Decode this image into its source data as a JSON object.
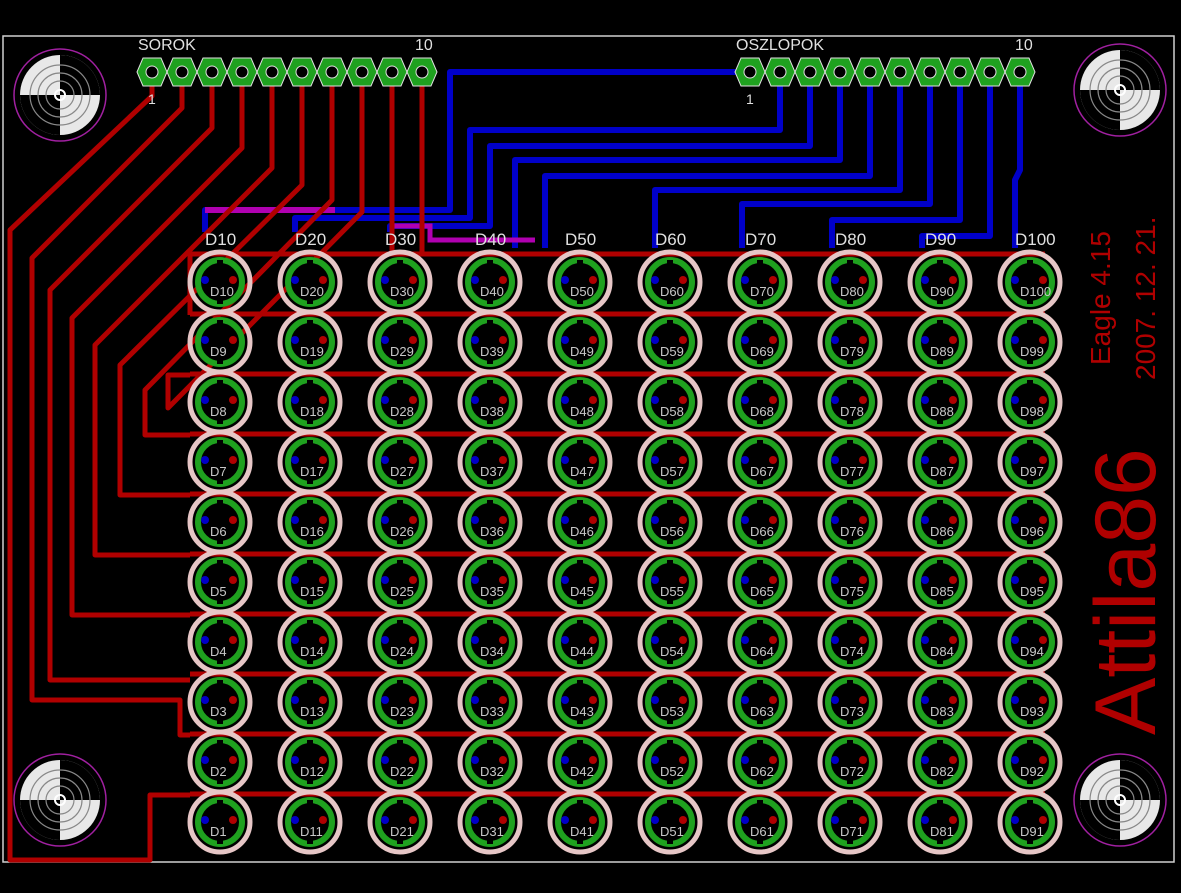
{
  "connectors": {
    "rows": {
      "label": "SOROK",
      "pin_first": "1",
      "pin_last": "10"
    },
    "cols": {
      "label": "OSZLOPOK",
      "pin_first": "1",
      "pin_last": "10"
    }
  },
  "column_labels": [
    "D10",
    "D20",
    "D30",
    "D40",
    "D50",
    "D60",
    "D70",
    "D80",
    "D90",
    "D100"
  ],
  "led_labels": [
    [
      "D10",
      "D20",
      "D30",
      "D40",
      "D50",
      "D60",
      "D70",
      "D80",
      "D90",
      "D100"
    ],
    [
      "D9",
      "D19",
      "D29",
      "D39",
      "D49",
      "D59",
      "D69",
      "D79",
      "D89",
      "D99"
    ],
    [
      "D8",
      "D18",
      "D28",
      "D38",
      "D48",
      "D58",
      "D68",
      "D78",
      "D88",
      "D98"
    ],
    [
      "D7",
      "D17",
      "D27",
      "D37",
      "D47",
      "D57",
      "D67",
      "D77",
      "D87",
      "D97"
    ],
    [
      "D6",
      "D16",
      "D26",
      "D36",
      "D46",
      "D56",
      "D66",
      "D76",
      "D86",
      "D96"
    ],
    [
      "D5",
      "D15",
      "D25",
      "D35",
      "D45",
      "D55",
      "D65",
      "D75",
      "D85",
      "D95"
    ],
    [
      "D4",
      "D14",
      "D24",
      "D34",
      "D44",
      "D54",
      "D64",
      "D74",
      "D84",
      "D94"
    ],
    [
      "D3",
      "D13",
      "D23",
      "D33",
      "D43",
      "D53",
      "D63",
      "D73",
      "D83",
      "D93"
    ],
    [
      "D2",
      "D12",
      "D22",
      "D32",
      "D42",
      "D52",
      "D62",
      "D72",
      "D82",
      "D92"
    ],
    [
      "D1",
      "D11",
      "D21",
      "D31",
      "D41",
      "D51",
      "D61",
      "D71",
      "D81",
      "D91"
    ]
  ],
  "vertical_text": {
    "software": "Eagle 4.15",
    "date": "2007. 12. 21.",
    "author": "Attila86"
  },
  "colors": {
    "background": "#000000",
    "board_outline": "#d0d0d0",
    "top_copper": "#b00000",
    "bottom_copper": "#0000c8",
    "via": "#b000b0",
    "pad": "#1fa11f",
    "led_outline": "#e6c6c6",
    "label_text": "#e0e0e0",
    "vertical_text": "#b00000"
  }
}
